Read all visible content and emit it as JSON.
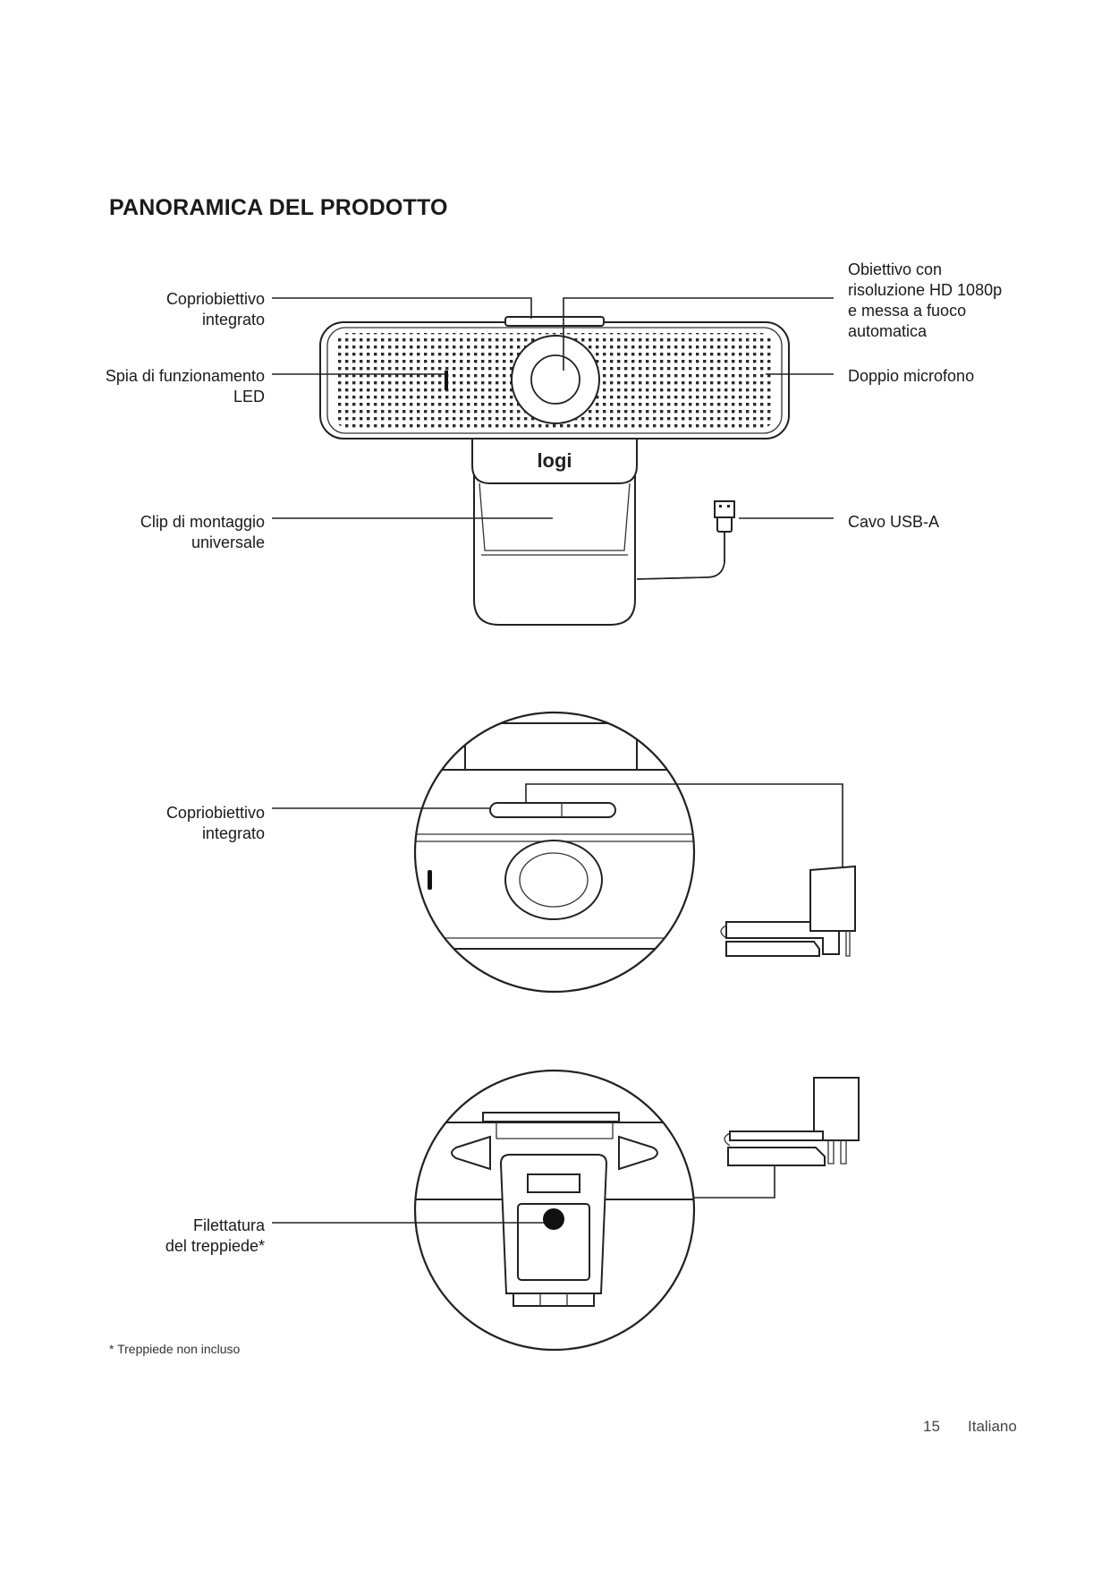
{
  "page": {
    "title": "PANORAMICA DEL PRODOTTO",
    "footnote": "* Treppiede non incluso",
    "page_number": "15",
    "language": "Italiano"
  },
  "front_view": {
    "labels": {
      "lens_cover": "Copriobiettivo\nintegrato",
      "led": "Spia di funzionamento\nLED",
      "clip": "Clip di montaggio\nuniversale",
      "lens": "Obiettivo con\nrisoluzione HD 1080p\ne messa a fuoco\nautomatica",
      "mics": "Doppio microfono",
      "cable": "Cavo USB-A"
    },
    "logo_text": "logi"
  },
  "detail_top": {
    "labels": {
      "lens_cover": "Copriobiettivo\nintegrato"
    }
  },
  "detail_bottom": {
    "labels": {
      "tripod_thread": "Filettatura\ndel treppiede*"
    }
  }
}
